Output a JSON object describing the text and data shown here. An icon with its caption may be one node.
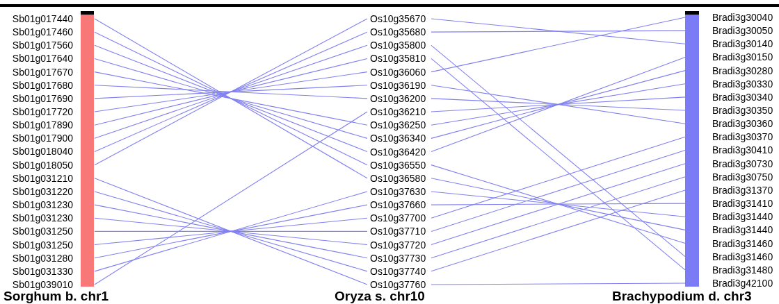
{
  "diagram": {
    "nodes": [
      {
        "text": [
          "Sb01g017440"
        ]
      },
      {
        "text": [
          "Sb01g017460"
        ]
      },
      {
        "text": [
          "Sb01g017560"
        ]
      },
      {
        "text": [
          "Sb01g017640"
        ]
      },
      {
        "text": [
          "Sb01g017670"
        ]
      },
      {
        "text": [
          "Sb01g017680"
        ]
      },
      {
        "text": [
          "Sb01g017690"
        ]
      },
      {
        "text": [
          "Sb01g017720"
        ]
      },
      {
        "text": [
          "Sb01g017890"
        ]
      },
      {
        "text": [
          "Sb01g017900"
        ]
      },
      {
        "text": [
          "Sb01g018040"
        ]
      },
      {
        "text": [
          "Sb01g018050"
        ]
      },
      {
        "text": [
          "Sb01g031210"
        ]
      },
      {
        "text": [
          "Sb01g031220"
        ]
      },
      {
        "text": [
          "Sb01g031230"
        ]
      },
      {
        "text": [
          "Sb01g031230"
        ]
      },
      {
        "text": [
          "Sb01g031250"
        ]
      },
      {
        "text": [
          "Sb01g031250"
        ]
      },
      {
        "text": [
          "Sb01g031280"
        ]
      },
      {
        "text": [
          "Sb01g031330"
        ]
      },
      {
        "text": [
          "Sb01g039010"
        ]
      },
      {
        "text": [
          "Os10g35670"
        ]
      },
      {
        "text": [
          "Os10g35680"
        ]
      },
      {
        "text": [
          "Os10g35800"
        ]
      },
      {
        "text": [
          "Os10g35810"
        ]
      },
      {
        "text": [
          "Os10g36060"
        ]
      },
      {
        "text": [
          "Os10g36190"
        ]
      },
      {
        "text": [
          "Os10g36200"
        ]
      },
      {
        "text": [
          "Os10g36210"
        ]
      },
      {
        "text": [
          "Os10g36250"
        ]
      },
      {
        "text": [
          "Os10g36340"
        ]
      },
      {
        "text": [
          "Os10g36420"
        ]
      },
      {
        "text": [
          "Os10g36550"
        ]
      },
      {
        "text": [
          "Os10g36580"
        ]
      },
      {
        "text": [
          "Os10g37630"
        ]
      },
      {
        "text": [
          "Os10g37660"
        ]
      },
      {
        "text": [
          "Os10g37700"
        ]
      },
      {
        "text": [
          "Os10g37710"
        ]
      },
      {
        "text": [
          "Os10g37720"
        ]
      },
      {
        "text": [
          "Os10g37730"
        ]
      },
      {
        "text": [
          "Os10g37740"
        ]
      },
      {
        "text": [
          "Os10g37760"
        ]
      },
      {
        "text": [
          "Bradi3g30040"
        ]
      },
      {
        "text": [
          "Bradi3g30050"
        ]
      },
      {
        "text": [
          "Bradi3g30140"
        ]
      },
      {
        "text": [
          "Bradi3g30150"
        ]
      },
      {
        "text": [
          "Bradi3g30280"
        ]
      },
      {
        "text": [
          "Bradi3g30330"
        ]
      },
      {
        "text": [
          "Bradi3g30340"
        ]
      },
      {
        "text": [
          "Bradi3g30350"
        ]
      },
      {
        "text": [
          "Bradi3g30360"
        ]
      },
      {
        "text": [
          "Bradi3g30370"
        ]
      },
      {
        "text": [
          "Bradi3g30410"
        ]
      },
      {
        "text": [
          "Bradi3g30730"
        ]
      },
      {
        "text": [
          "Bradi3g30750"
        ]
      },
      {
        "text": [
          "Bradi3g31370"
        ]
      },
      {
        "text": [
          "Bradi3g31410"
        ]
      },
      {
        "text": [
          "Bradi3g31440"
        ]
      },
      {
        "text": [
          "Bradi3g31440"
        ]
      },
      {
        "text": [
          "Bradi3g31460"
        ]
      },
      {
        "text": [
          "Bradi3g31460"
        ]
      },
      {
        "text": [
          "Bradi3g31480"
        ]
      },
      {
        "text": [
          "Bradi3g42100"
        ]
      }
    ],
    "edges": [
      {
        "from": 0,
        "to": 33,
        "arrow": "none"
      },
      {
        "from": 1,
        "to": 32,
        "arrow": "none"
      },
      {
        "from": 2,
        "to": 31,
        "arrow": "none"
      },
      {
        "from": 3,
        "to": 30,
        "arrow": "none"
      },
      {
        "from": 4,
        "to": 29,
        "arrow": "none"
      },
      {
        "from": 5,
        "to": 27,
        "arrow": "none"
      },
      {
        "from": 6,
        "to": 26,
        "arrow": "none"
      },
      {
        "from": 7,
        "to": 25,
        "arrow": "none"
      },
      {
        "from": 8,
        "to": 24,
        "arrow": "none"
      },
      {
        "from": 9,
        "to": 23,
        "arrow": "none"
      },
      {
        "from": 10,
        "to": 22,
        "arrow": "none"
      },
      {
        "from": 11,
        "to": 21,
        "arrow": "none"
      },
      {
        "from": 12,
        "to": 41,
        "arrow": "none"
      },
      {
        "from": 13,
        "to": 40,
        "arrow": "none"
      },
      {
        "from": 14,
        "to": 39,
        "arrow": "none"
      },
      {
        "from": 15,
        "to": 38,
        "arrow": "none"
      },
      {
        "from": 16,
        "to": 37,
        "arrow": "none"
      },
      {
        "from": 17,
        "to": 36,
        "arrow": "none"
      },
      {
        "from": 18,
        "to": 35,
        "arrow": "none"
      },
      {
        "from": 19,
        "to": 34,
        "arrow": "none"
      },
      {
        "from": 20,
        "to": 28,
        "arrow": "none"
      },
      {
        "from": 21,
        "to": 44,
        "arrow": "none"
      },
      {
        "from": 22,
        "to": 43,
        "arrow": "none"
      },
      {
        "from": 23,
        "to": 60,
        "arrow": "none"
      },
      {
        "from": 24,
        "to": 61,
        "arrow": "none"
      },
      {
        "from": 25,
        "to": 42,
        "arrow": "none"
      },
      {
        "from": 26,
        "to": 50,
        "arrow": "none"
      },
      {
        "from": 27,
        "to": 49,
        "arrow": "none"
      },
      {
        "from": 28,
        "to": 48,
        "arrow": "none"
      },
      {
        "from": 29,
        "to": 47,
        "arrow": "none"
      },
      {
        "from": 30,
        "to": 46,
        "arrow": "none"
      },
      {
        "from": 31,
        "to": 45,
        "arrow": "none"
      },
      {
        "from": 32,
        "to": 59,
        "arrow": "none"
      },
      {
        "from": 33,
        "to": 58,
        "arrow": "none"
      },
      {
        "from": 34,
        "to": 57,
        "arrow": "none"
      },
      {
        "from": 35,
        "to": 56,
        "arrow": "none"
      },
      {
        "from": 36,
        "to": 51,
        "arrow": "none"
      },
      {
        "from": 37,
        "to": 52,
        "arrow": "none"
      },
      {
        "from": 38,
        "to": 53,
        "arrow": "none"
      },
      {
        "from": 39,
        "to": 54,
        "arrow": "none"
      },
      {
        "from": 40,
        "to": 55,
        "arrow": "none"
      },
      {
        "from": 41,
        "to": 62,
        "arrow": "none"
      }
    ],
    "labels": [
      "Sorghum b. chr1",
      "Oryza s. chr10",
      "Brachypodium d. chr3"
    ]
  }
}
